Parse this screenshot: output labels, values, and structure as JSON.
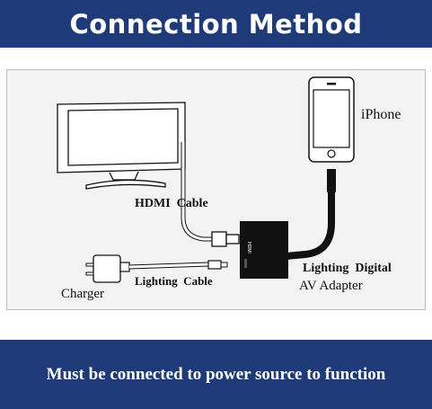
{
  "header": {
    "title": "Connection Method"
  },
  "labels": {
    "iphone": "iPhone",
    "hdmi_cable": "HDMI  Cable",
    "lighting_cable": "Lighting  Cable",
    "charger": "Charger",
    "adapter_line1": "Lighting  Digital",
    "adapter_line2": "AV Adapter",
    "hdmi_port": "HDMI"
  },
  "footer": {
    "text": "Must be connected to power source to function"
  },
  "colors": {
    "banner": "#1e3a78",
    "panel": "#f3f3f3",
    "line": "#111111"
  }
}
